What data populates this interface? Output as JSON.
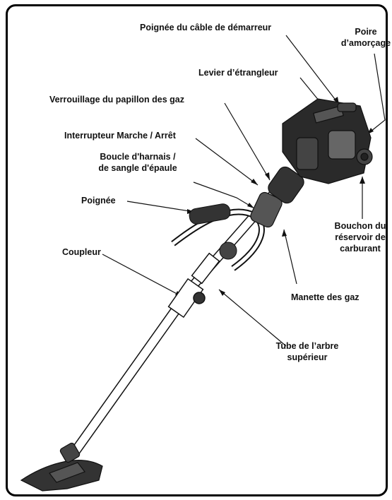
{
  "labels": {
    "starter_handle": "Poignée du câble de démarreur",
    "primer_bulb_l1": "Poire",
    "primer_bulb_l2": "d’amorçage",
    "choke_lever": "Levier d’étrangleur",
    "throttle_lock": "Verrouillage du papillon des gaz",
    "on_off_switch": "Interrupteur Marche / Arrêt",
    "harness_loop_l1": "Boucle d'harnais /",
    "harness_loop_l2": "de sangle d'épaule",
    "handle": "Poignée",
    "coupler": "Coupleur",
    "fuel_cap_l1": "Bouchon du",
    "fuel_cap_l2": "réservoir de",
    "fuel_cap_l3": "carburant",
    "throttle_trigger": "Manette des gaz",
    "upper_shaft_l1": "Tube de l’arbre",
    "upper_shaft_l2": "supérieur"
  },
  "colors": {
    "ink": "#111111",
    "border": "#000000",
    "engine": "#2a2a2a",
    "shaft": "#ffffff"
  }
}
